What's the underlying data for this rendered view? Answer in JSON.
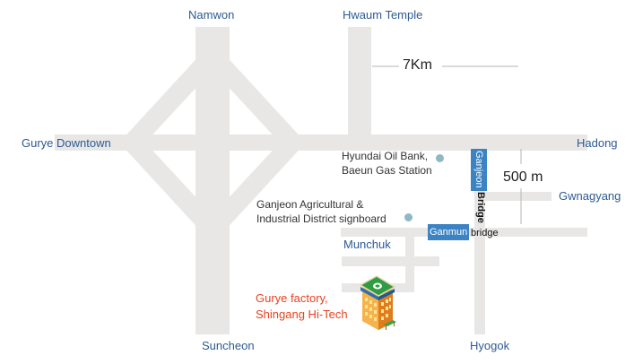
{
  "map": {
    "places": {
      "namwon": "Namwon",
      "hwaum_temple": "Hwaum Temple",
      "gurye_downtown": "Gurye Downtown",
      "hadong": "Hadong",
      "gwnagyang": "Gwnagyang",
      "munchuk": "Munchuk",
      "suncheon": "Suncheon",
      "hyogok": "Hyogok"
    },
    "distances": {
      "seven_km": "7Km",
      "five_hundred_m": "500 m"
    },
    "landmarks": {
      "hyundai_oil_line1": "Hyundai Oil Bank,",
      "hyundai_oil_line2": "Baeun Gas Station",
      "ganjeon_sign_line1": "Ganjeon Agricultural &",
      "ganjeon_sign_line2": "Industrial District signboard"
    },
    "bridges": {
      "ganjeon_name": "Ganjeon",
      "ganjeon_suffix": "Bridge",
      "ganmun_name": "Ganmun",
      "ganmun_suffix": "bridge"
    },
    "destination": {
      "line1": "Gurye factory,",
      "line2": "Shingang Hi-Tech"
    },
    "colors": {
      "road": "#e8e7e6",
      "place_label": "#2d5a93",
      "bridge_badge": "#3b83c2",
      "destination": "#e8431f",
      "poi_dot": "#8fb8c2"
    }
  }
}
